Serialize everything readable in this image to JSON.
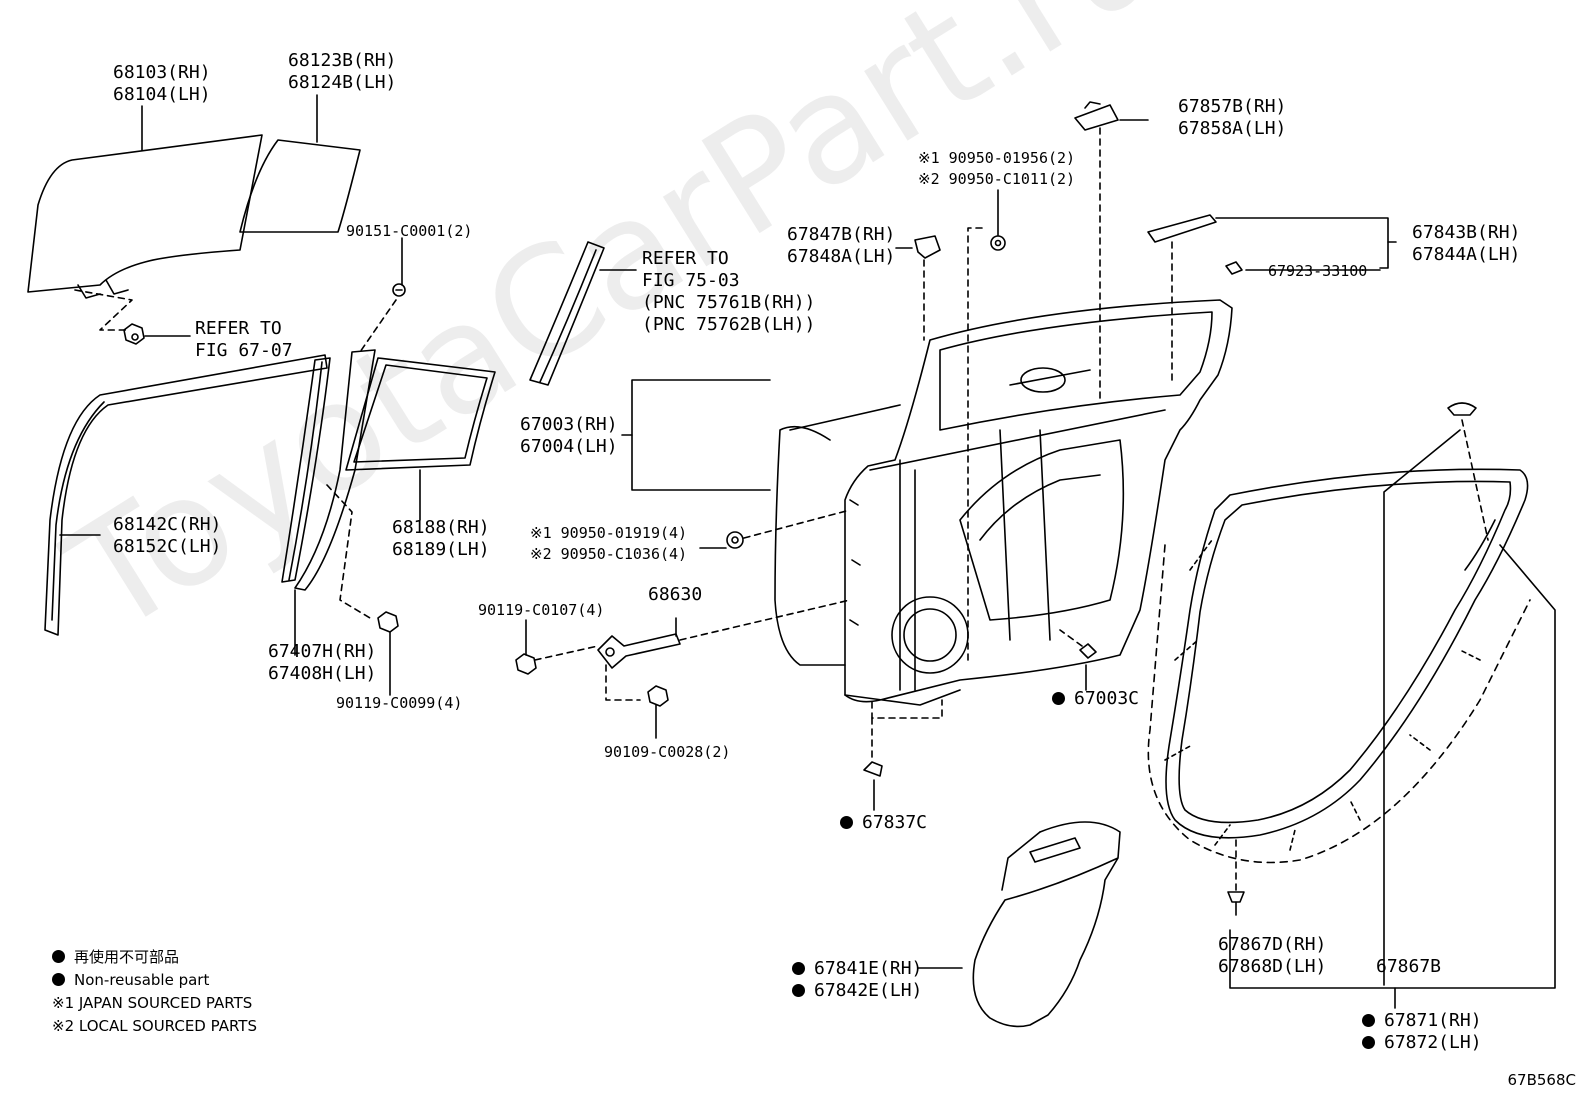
{
  "labels": {
    "p68103": "68103(RH)",
    "p68104": "68104(LH)",
    "p68123b": "68123B(RH)",
    "p68124b": "68124B(LH)",
    "p90151": "90151-C0001(2)",
    "refer1a": "REFER TO",
    "refer1b": "FIG 67-07",
    "p68142c": "68142C(RH)",
    "p68152c": "68152C(LH)",
    "p68188": "68188(RH)",
    "p68189": "68189(LH)",
    "p67407h": "67407H(RH)",
    "p67408h": "67408H(LH)",
    "p90119_99": "90119-C0099(4)",
    "refer2a": "REFER TO",
    "refer2b": "FIG 75-03",
    "refer2c": "(PNC 75761B(RH))",
    "refer2d": "(PNC 75762B(LH))",
    "p67003": "67003(RH)",
    "p67004": "67004(LH)",
    "p90950_1919": "※1 90950-01919(4)",
    "p90950_1036": "※2 90950-C1036(4)",
    "p90119_107": "90119-C0107(4)",
    "p68630": "68630",
    "p90109": "90109-C0028(2)",
    "p67847b": "67847B(RH)",
    "p67848a": "67848A(LH)",
    "p90950_1956": "※1 90950-01956(2)",
    "p90950_1011": "※2 90950-C1011(2)",
    "p67857b": "67857B(RH)",
    "p67858a": "67858A(LH)",
    "p67843b": "67843B(RH)",
    "p67844a": "67844A(LH)",
    "p67923": "67923-33100",
    "p67003c": "67003C",
    "p67837c": "67837C",
    "p67841e": "67841E(RH)",
    "p67842e": "67842E(LH)",
    "p67867d": "67867D(RH)",
    "p67868d": "67868D(LH)",
    "p67867b": "67867B",
    "p67871": "67871(RH)",
    "p67872": "67872(LH)"
  },
  "legend": {
    "jp": "再使用不可部品",
    "en": "Non-reusable part",
    "note1": "※1 JAPAN SOURCED PARTS",
    "note2": "※2 LOCAL SOURCED PARTS"
  },
  "watermark": "ToyotaCarPart.ru",
  "figure_code": "67B568C"
}
